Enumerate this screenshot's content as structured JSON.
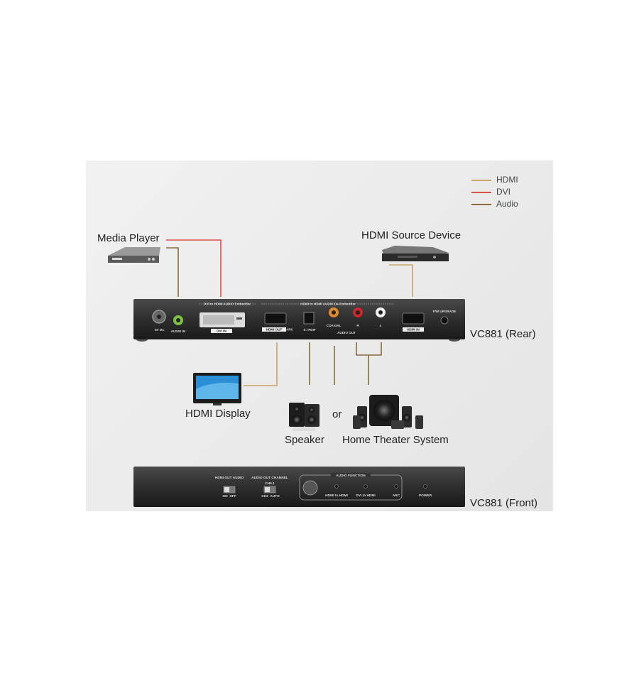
{
  "legend": [
    {
      "label": "HDMI",
      "color": "#c8a36a"
    },
    {
      "label": "DVI",
      "color": "#d9534a"
    },
    {
      "label": "Audio",
      "color": "#8a6a3e"
    }
  ],
  "devices": {
    "media_player": "Media Player",
    "hdmi_source": "HDMI Source Device",
    "hdmi_display": "HDMI Display",
    "speaker": "Speaker",
    "or": "or",
    "home_theater": "Home Theater System"
  },
  "rear_panel": {
    "name": "VC881 (Rear)",
    "group_dvi": "DVI to HDMI AUDIO Embedder",
    "group_hdmi": "HDMI to HDMI AUDIO De-Embedder",
    "power_label": "5V DC",
    "audio_in": "AUDIO IN",
    "dvi_in": "DVI IN",
    "hdmi_out": "HDMI OUT",
    "arc": "ARC",
    "spdif": "S / PDIF",
    "coaxial": "COAXIAL",
    "r": "R",
    "l": "L",
    "audio_out": "AUDIO OUT",
    "hdmi_in": "HDMI IN",
    "fw_upgrade": "F/W UPGRADE"
  },
  "front_panel": {
    "name": "VC881 (Front)",
    "hdmi_out_audio": "HDMI OUT AUDIO",
    "on": "ON",
    "off": "OFF",
    "audio_out_channel": "AUDIO OUT CHANNEL",
    "ch51": "CH5.1",
    "ch2": "CH2",
    "auto": "AUTO",
    "audio_function": "AUDIO FUNCTION",
    "hdmi_to_hdmi": "HDMI to HDMI",
    "dvi_to_hdmi": "DVI to HDMI",
    "arc": "ARC",
    "power": "POWER"
  }
}
